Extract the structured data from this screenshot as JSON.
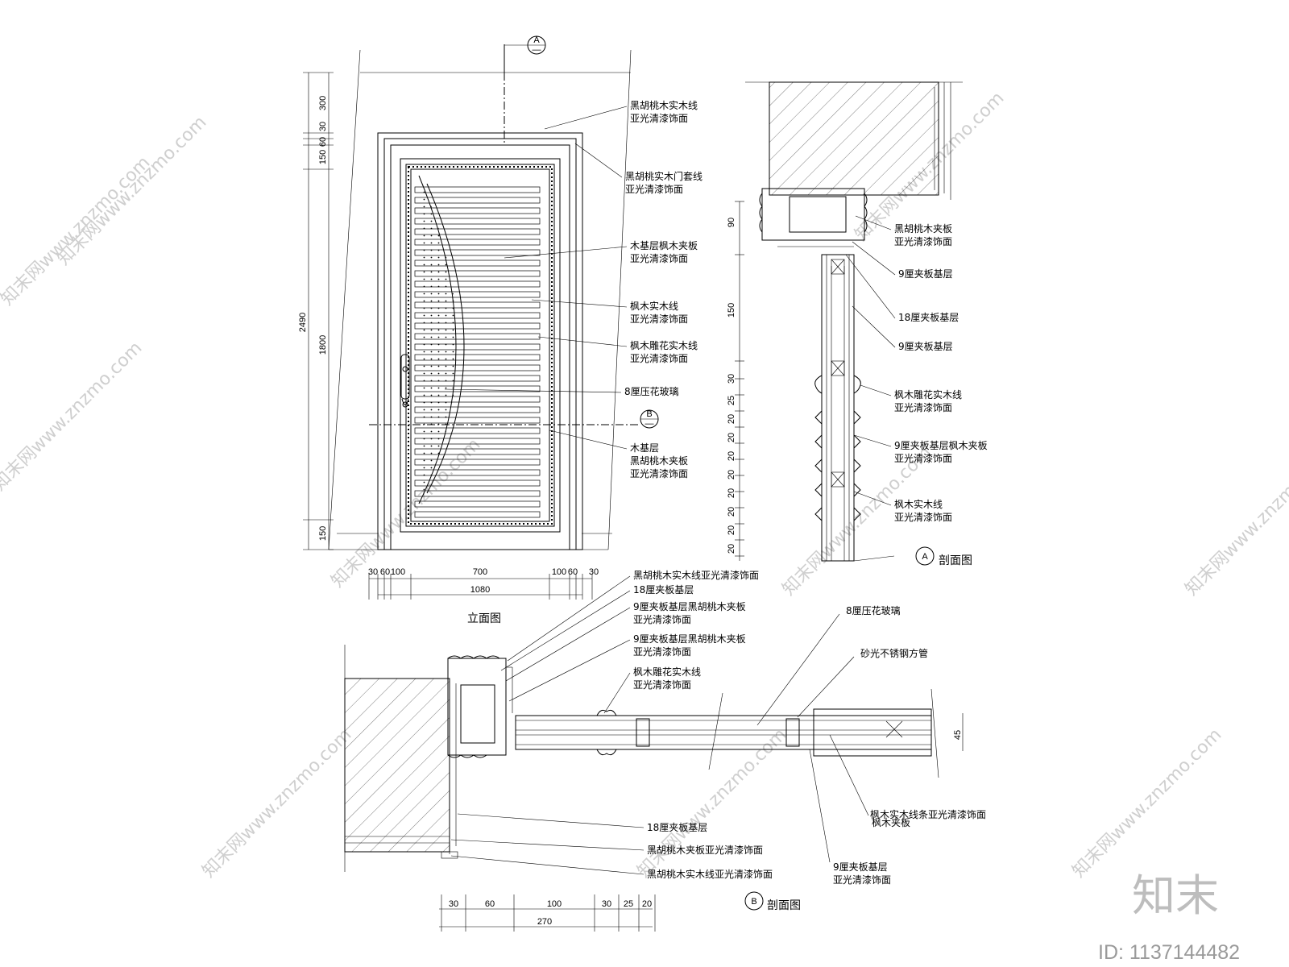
{
  "elevation": {
    "title": "立面图",
    "section_marker_top": {
      "letter": "A",
      "sub": "—"
    },
    "section_marker_mid": {
      "letter": "B",
      "sub": "—"
    },
    "height_dims": [
      "300",
      "30",
      "60",
      "150",
      "1800",
      "150"
    ],
    "overall_height": "2490",
    "width_dims": [
      "30",
      "60",
      "100",
      "700",
      "100",
      "60",
      "30"
    ],
    "overall_width": "1080",
    "labels": [
      [
        "黑胡桃木实木线",
        "亚光清漆饰面"
      ],
      [
        "黑胡桃实木门套线",
        "亚光清漆饰面"
      ],
      [
        "木基层枫木夹板",
        "亚光清漆饰面"
      ],
      [
        "枫木实木线",
        "亚光清漆饰面"
      ],
      [
        "枫木雕花实木线",
        "亚光清漆饰面"
      ],
      [
        "8厘压花玻璃"
      ],
      [
        "木基层",
        "黑胡桃木夹板",
        "亚光清漆饰面"
      ]
    ]
  },
  "section_a": {
    "marker": "A",
    "title": "剖面图",
    "dims": [
      "90",
      "150",
      "30",
      "25",
      "20",
      "20",
      "20",
      "20",
      "20",
      "20",
      "20",
      "20"
    ],
    "labels": [
      [
        "黑胡桃木夹板",
        "亚光清漆饰面"
      ],
      [
        "9厘夹板基层"
      ],
      [
        "18厘夹板基层"
      ],
      [
        "9厘夹板基层"
      ],
      [
        "枫木雕花实木线",
        "亚光清漆饰面"
      ],
      [
        "9厘夹板基层枫木夹板",
        "亚光清漆饰面"
      ],
      [
        "枫木实木线",
        "亚光清漆饰面"
      ]
    ]
  },
  "section_b": {
    "marker": "B",
    "title": "剖面图",
    "labels_top": [
      [
        "黑胡桃木实木线亚光清漆饰面"
      ],
      [
        "18厘夹板基层"
      ],
      [
        "9厘夹板基层黑胡桃木夹板",
        "亚光清漆饰面"
      ],
      [
        "9厘夹板基层黑胡桃木夹板",
        "亚光清漆饰面"
      ],
      [
        "枫木雕花实木线",
        "亚光清漆饰面"
      ]
    ],
    "label_glass": "8厘压花玻璃",
    "label_tube": "砂光不锈钢方管",
    "label_maple": "枫木实木线条亚光清漆饰面",
    "label_maple_overlap": "枫木夹板",
    "label_9mm": [
      "9厘夹板基层",
      "亚光清漆饰面"
    ],
    "labels_bottom": [
      "18厘夹板基层",
      "黑胡桃木夹板亚光清漆饰面",
      "黑胡桃木实木线亚光清漆饰面"
    ],
    "dim_right": "45",
    "bottom_dims": [
      "30",
      "60",
      "100",
      "30",
      "25",
      "20"
    ],
    "overall": "270"
  },
  "brand": {
    "logo": "知末",
    "id_text": "ID: 1137144482",
    "watermark": "知末网www.znzmo.com"
  }
}
